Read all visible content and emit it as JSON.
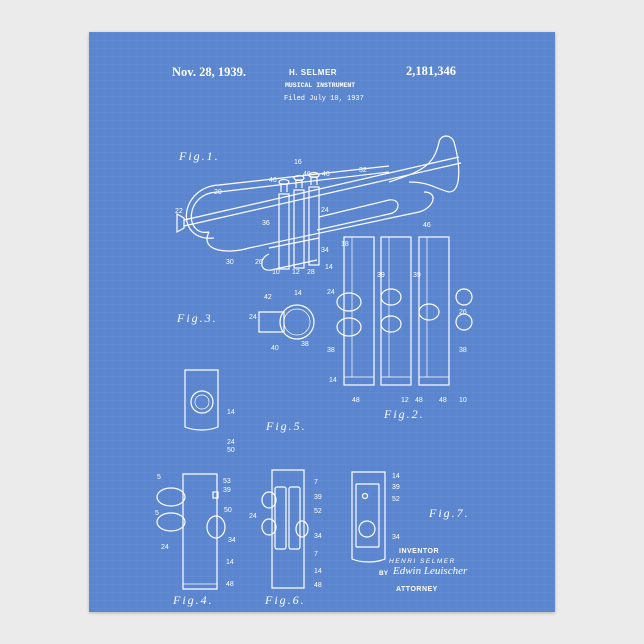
{
  "header": {
    "date": "Nov. 28, 1939.",
    "inventor_name": "H. SELMER",
    "title": "MUSICAL INSTRUMENT",
    "filed": "Filed July 10, 1937",
    "patent_number": "2,181,346"
  },
  "figures": {
    "fig1": "Fig.1.",
    "fig2": "Fig.2.",
    "fig3": "Fig.3.",
    "fig4": "Fig.4.",
    "fig5": "Fig.5.",
    "fig6": "Fig.6.",
    "fig7": "Fig.7."
  },
  "fig1_labels": [
    "16",
    "46",
    "46",
    "46",
    "32",
    "20",
    "22",
    "24",
    "36",
    "34",
    "18",
    "30",
    "26",
    "10",
    "12",
    "28",
    "14"
  ],
  "fig2_labels": [
    "46",
    "39",
    "39",
    "24",
    "38",
    "26",
    "38",
    "48",
    "12",
    "48",
    "10",
    "14",
    "48"
  ],
  "fig3_labels": [
    "42",
    "14",
    "24",
    "40",
    "38"
  ],
  "fig5_labels": [
    "14",
    "24",
    "50"
  ],
  "fig4_labels": [
    "5",
    "53",
    "39",
    "50",
    "5",
    "34",
    "24",
    "14",
    "48"
  ],
  "fig6_labels": [
    "7",
    "39",
    "52",
    "24",
    "34",
    "7",
    "14",
    "48"
  ],
  "fig7_labels": [
    "14",
    "39",
    "52",
    "34"
  ],
  "signature": {
    "inventor_label": "INVENTOR",
    "inventor": "HENRI SELMER",
    "by": "BY",
    "attorney_signature": "Edwin Leuischer",
    "attorney_label": "ATTORNEY"
  },
  "colors": {
    "paper": "#5b86cf",
    "ink": "#ffffff",
    "wall": "#ebebeb"
  }
}
